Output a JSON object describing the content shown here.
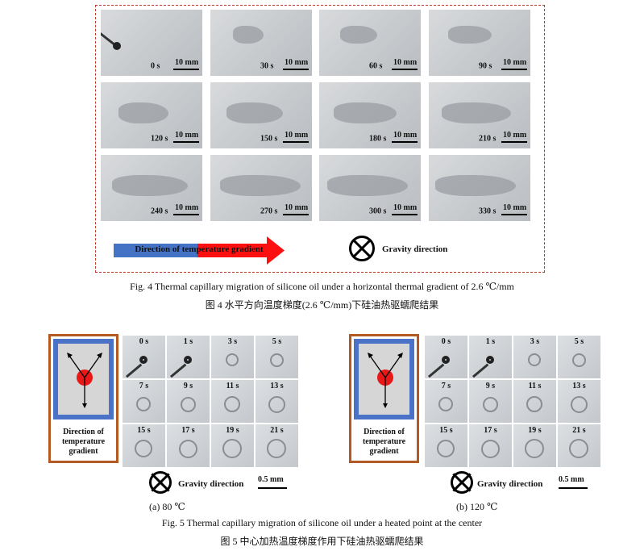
{
  "fig4": {
    "times": [
      "0 s",
      "30 s",
      "60 s",
      "90 s",
      "120 s",
      "150 s",
      "180 s",
      "210 s",
      "240 s",
      "270 s",
      "300 s",
      "330 s"
    ],
    "scale_bar": "10 mm",
    "temp_gradient_label": "Direction of temperature gradient",
    "gravity_label": "Gravity direction",
    "caption_en": "Fig. 4    Thermal capillary migration of silicone oil under a horizontal thermal gradient of 2.6 ℃/mm",
    "caption_zh": "图 4    水平方向温度梯度(2.6 ℃/mm)下硅油热驱蠕爬结果"
  },
  "fig5": {
    "times": [
      "0 s",
      "1 s",
      "3 s",
      "5 s",
      "7 s",
      "9 s",
      "11 s",
      "13 s",
      "15 s",
      "17 s",
      "19 s",
      "21 s"
    ],
    "temp_gradient_label": [
      "Direction of",
      "temperature",
      "gradient"
    ],
    "gravity_label": "Gravity direction",
    "scale_bar": "0.5 mm",
    "sub_a": "(a) 80 ℃",
    "sub_b": "(b) 120 ℃",
    "caption_en": "Fig. 5    Thermal capillary migration of silicone oil under a heated point at the center",
    "caption_zh": "图 5    中心加热温度梯度作用下硅油热驱蠕爬结果"
  },
  "colors": {
    "frame_red": "#c3362a",
    "frame_orange": "#b25a22",
    "arrow_red": "#ff1010",
    "arrow_blue": "#4472c4"
  }
}
